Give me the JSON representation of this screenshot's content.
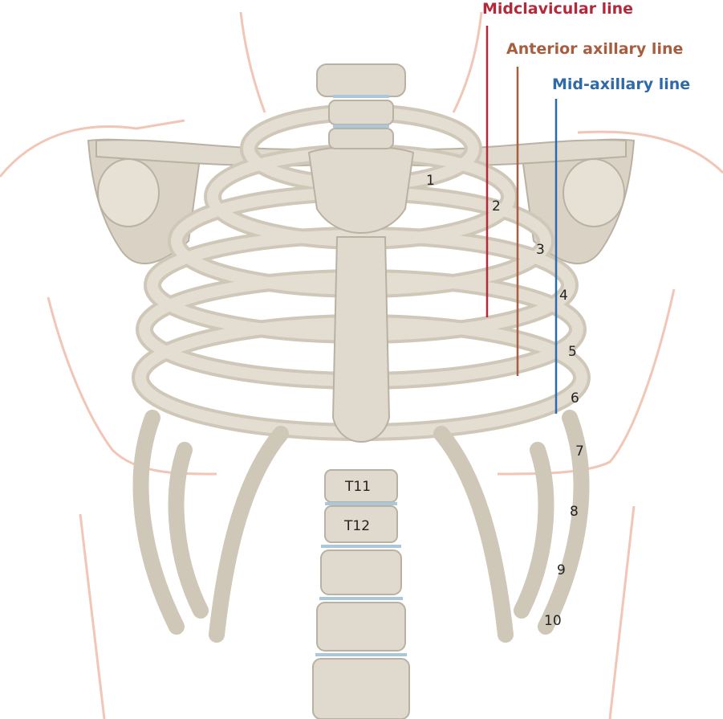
{
  "lines": {
    "midclavicular": {
      "label": "Midclavicular line",
      "color": "#b5283a"
    },
    "anterior_axillary": {
      "label": "Anterior axillary line",
      "color": "#a85d3f"
    },
    "mid_axillary": {
      "label": "Mid-axillary line",
      "color": "#2e6aa8"
    }
  },
  "rib_numbers": [
    "1",
    "2",
    "3",
    "4",
    "5",
    "6",
    "7",
    "8",
    "9",
    "10"
  ],
  "vertebra_labels": [
    "T11",
    "T12"
  ],
  "colors": {
    "bone": "#e0d9cd",
    "bone_shade": "#c7bfb0",
    "body_outline": "#f2c6b6",
    "cartilage": "#f3efe7",
    "disc": "#a9c8dc"
  }
}
